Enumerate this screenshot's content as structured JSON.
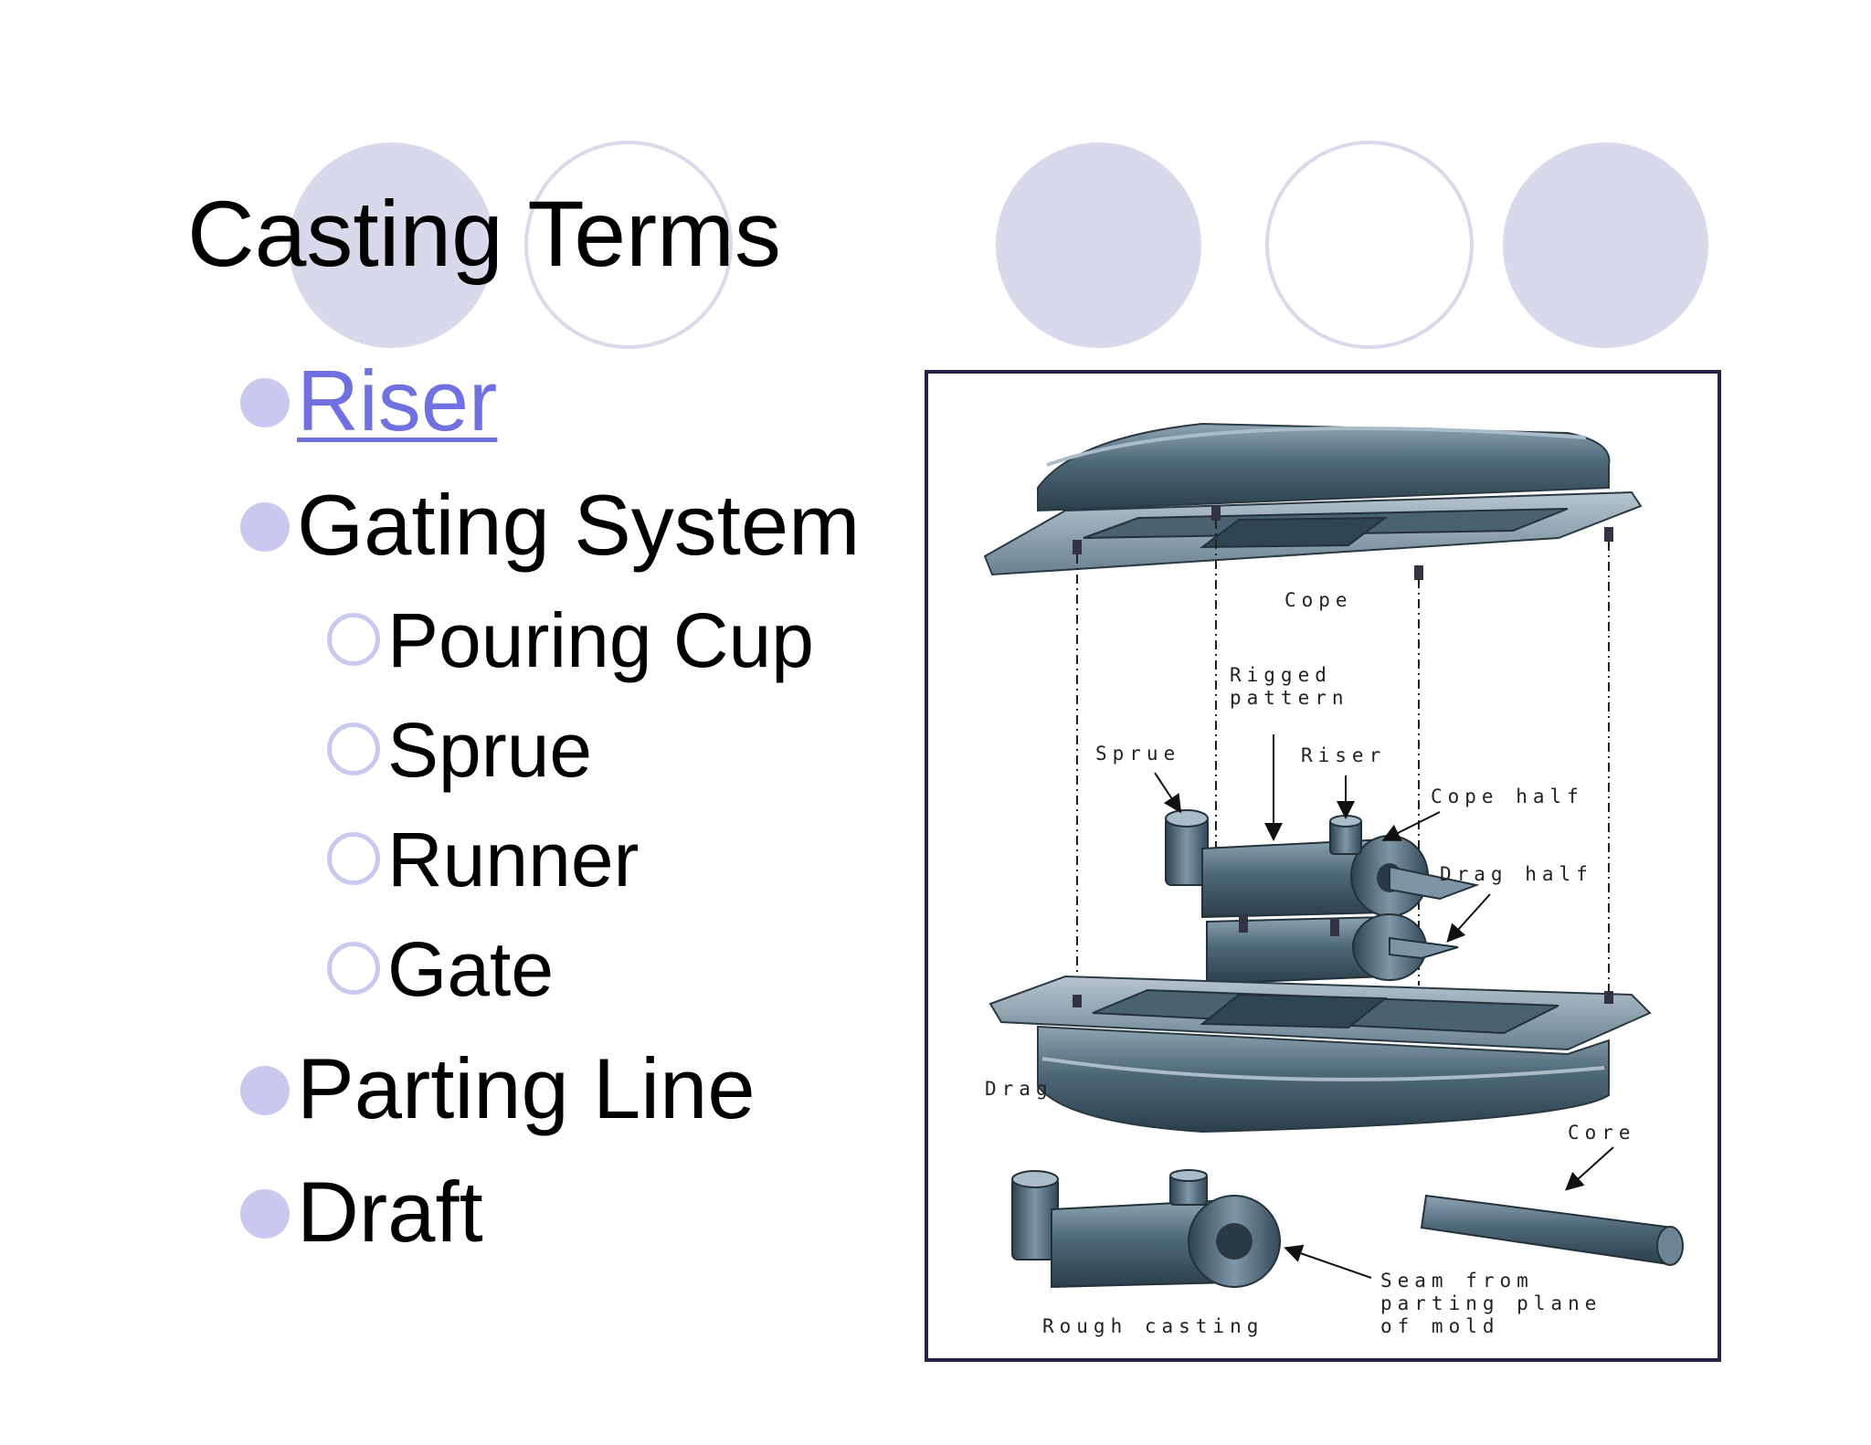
{
  "slide": {
    "title": "Casting Terms",
    "bullets": [
      {
        "text": "Riser",
        "level": 1,
        "link": true
      },
      {
        "text": "Gating System",
        "level": 1
      },
      {
        "text": "Pouring Cup",
        "level": 2
      },
      {
        "text": "Sprue",
        "level": 2
      },
      {
        "text": "Runner",
        "level": 2
      },
      {
        "text": "Gate",
        "level": 2
      },
      {
        "text": "Parting Line",
        "level": 1
      },
      {
        "text": "Draft",
        "level": 1
      }
    ]
  },
  "figure": {
    "labels": {
      "cope": "Cope",
      "rigged_pattern_line1": "Rigged",
      "rigged_pattern_line2": "pattern",
      "sprue": "Sprue",
      "riser": "Riser",
      "cope_half": "Cope half",
      "drag_half": "Drag half",
      "drag": "Drag",
      "core": "Core",
      "rough_casting": "Rough casting",
      "seam_line1": "Seam from",
      "seam_line2": "parting plane",
      "seam_line3": "of mold"
    }
  },
  "colors": {
    "accent_fill": "#d9d9ec",
    "bullet": "#c9c9ef",
    "link": "#7070e0",
    "figure_border": "#24244a",
    "metal": "#56707f"
  }
}
